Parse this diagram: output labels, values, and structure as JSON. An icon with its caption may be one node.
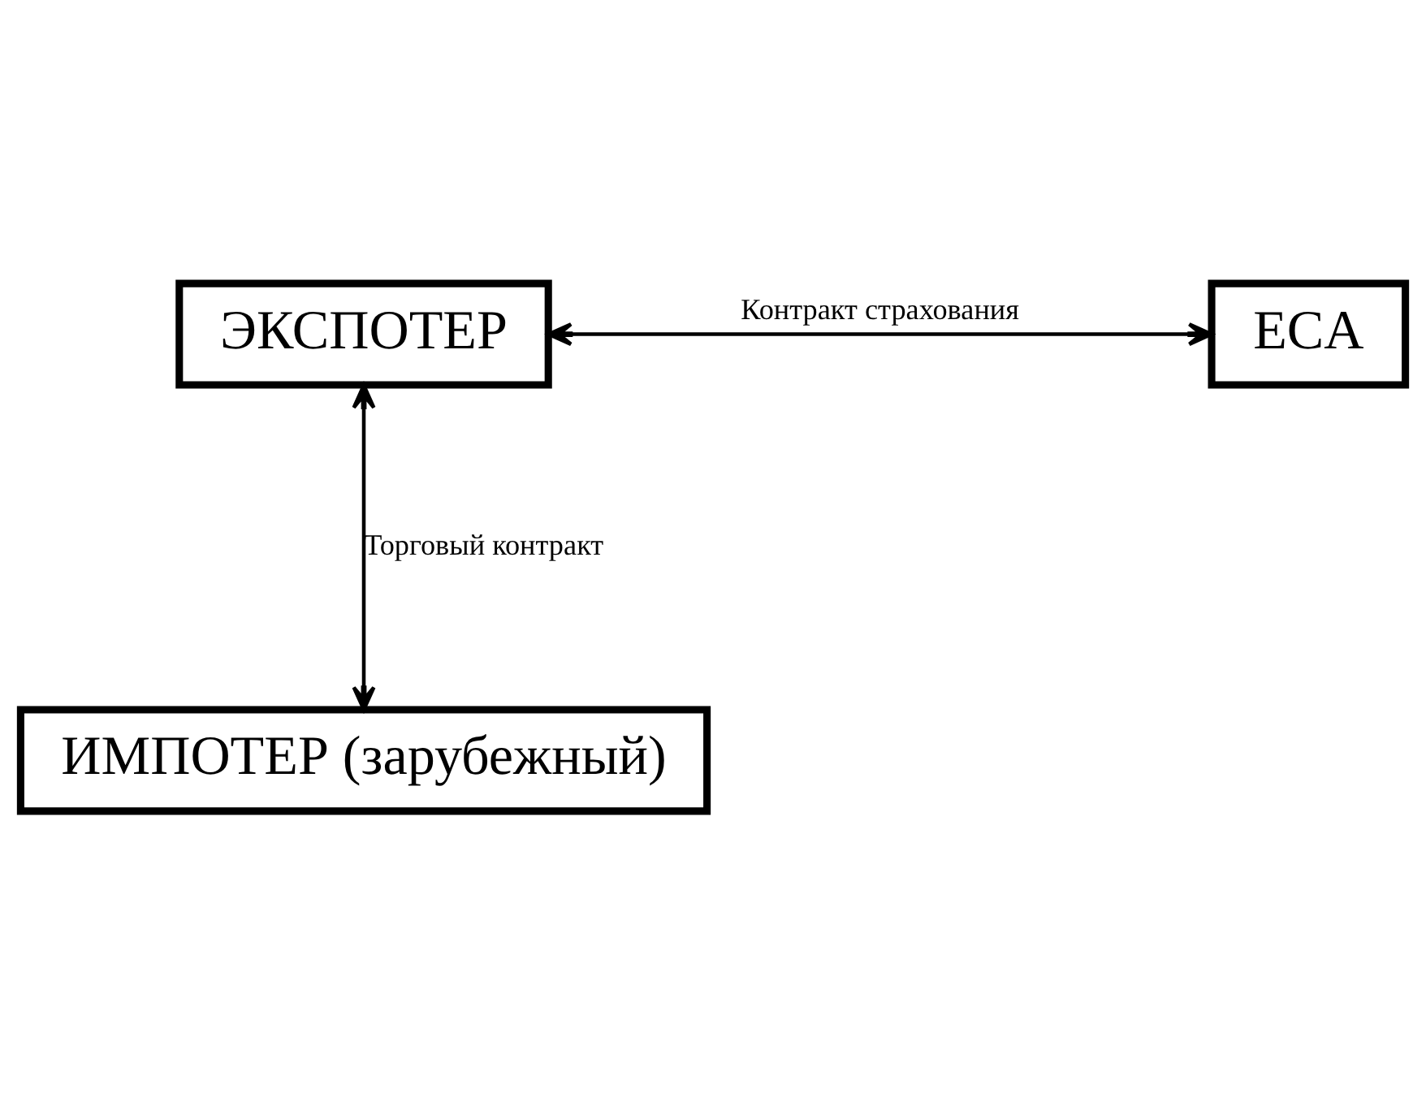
{
  "diagram": {
    "nodes": [
      {
        "text": [
          "ЭКСПОТЕР"
        ]
      },
      {
        "text": [
          "ECA"
        ]
      },
      {
        "text": [
          "ИМПОТЕР (зарубежный)"
        ]
      }
    ],
    "edges": [
      {
        "from": 0,
        "to": 1,
        "arrow": "both",
        "label": "Контракт страхования"
      },
      {
        "from": 0,
        "to": 2,
        "arrow": "both",
        "label": "Торговый контракт"
      }
    ]
  }
}
